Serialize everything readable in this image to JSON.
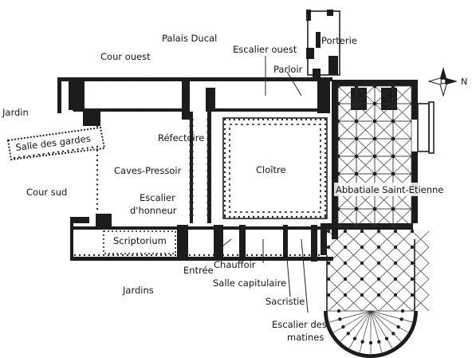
{
  "labels": {
    "palais_ducal": "Palais Ducal",
    "cour_ouest": "Cour ouest",
    "escalier_ouest": "Escalier ouest",
    "porterie": "Porterie",
    "parloir": "Parloir",
    "jardin": "Jardin",
    "salle_des_gardes": "Salle des gardes",
    "refectoire": "Réfectoire",
    "caves_pressoir": "Caves-Pressoir",
    "cloitre": "Cloître",
    "escalier_honneur_1": "Escalier",
    "escalier_honneur_2": "d'honneur",
    "cour_sud": "Cour sud",
    "abbatiale": "Abbatiale Saint-Etienne",
    "scriptorium": "Scriptorium",
    "entree": "Entrée",
    "chauffoir": "Chauffoir",
    "salle_capitulaire": "Salle capitulaire",
    "jardins": "Jardins",
    "sacristie": "Sacristie",
    "escalier_matines_1": "Escalier des",
    "escalier_matines_2": "matines"
  },
  "compass": {
    "north_label": "N",
    "icon": "compass-rose-icon"
  },
  "colors": {
    "ink": "#1c1c1c",
    "paper": "#ffffff"
  }
}
